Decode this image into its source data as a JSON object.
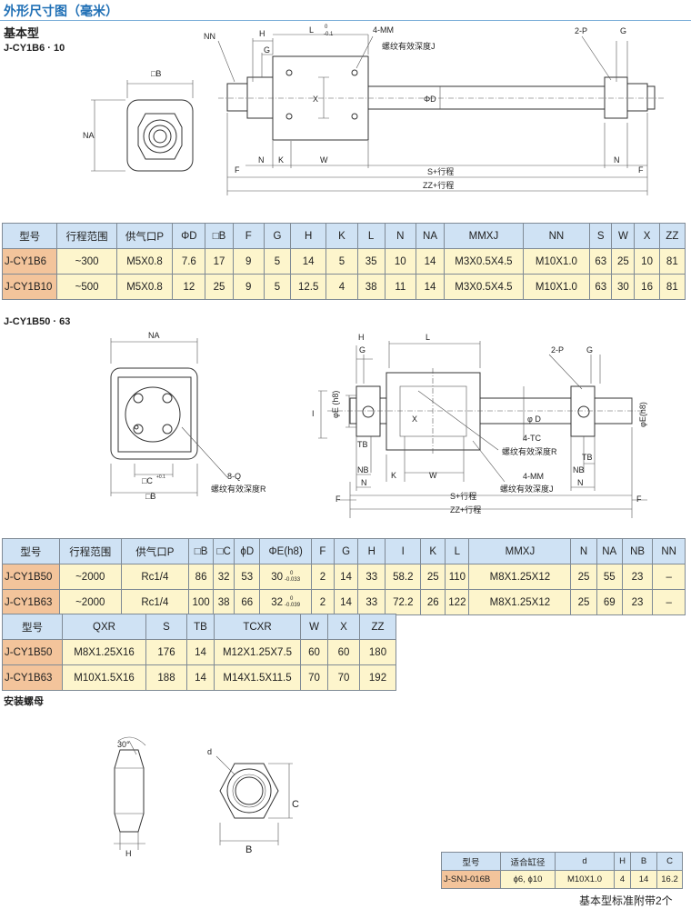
{
  "header": {
    "title": "外形尺寸图（毫米）",
    "section": "基本型",
    "model_a": "J-CY1B6 · 10",
    "model_b": "J-CY1B50 · 63",
    "nut_section": "安装螺母",
    "footnote": "基本型标准附带2个"
  },
  "drawing1": {
    "sqB": "□B",
    "NA": "NA",
    "NN": "NN",
    "H": "H",
    "L": "L",
    "L_tol_up": "0",
    "L_tol_low": "-0.1",
    "MM": "4-MM",
    "J": "螺纹有效深度J",
    "P": "2-P",
    "G1": "G",
    "G2": "G",
    "X": "X",
    "D": "ΦD",
    "F1": "F",
    "F2": "F",
    "N1": "N",
    "N2": "N",
    "K": "K",
    "W": "W",
    "S": "S+行程",
    "ZZ": "ZZ+行程"
  },
  "drawing2": {
    "NA": "NA",
    "sqC": "□C",
    "sqC_tol": "+0.1",
    "sqB": "□B",
    "Q": "8-Q",
    "R": "螺纹有效深度R",
    "H": "H",
    "G1": "G",
    "L": "L",
    "P": "2-P",
    "G2": "G",
    "I": "I",
    "E1": "φE (h8)",
    "E2": "φE(h8)",
    "X": "X",
    "D": "φ D",
    "TC": "4-TC",
    "R2": "螺纹有效深度R",
    "MM": "4-MM",
    "J": "螺纹有效深度J",
    "TB1": "TB",
    "TB2": "TB",
    "NB1": "NB",
    "NB2": "NB",
    "N1": "N",
    "N2": "N",
    "K": "K",
    "W": "W",
    "F1": "F",
    "F2": "F",
    "S": "S+行程",
    "ZZ": "ZZ+行程"
  },
  "nut_drawing": {
    "angle": "30°",
    "H": "H",
    "d": "d",
    "C": "C",
    "B": "B"
  },
  "table1": {
    "headers": [
      "型号",
      "行程范围",
      "供气口P",
      "ΦD",
      "□B",
      "F",
      "G",
      "H",
      "K",
      "L",
      "N",
      "NA",
      "MMXJ",
      "NN",
      "S",
      "W",
      "X",
      "ZZ"
    ],
    "rows": [
      [
        "J-CY1B6",
        "~300",
        "M5X0.8",
        "7.6",
        "17",
        "9",
        "5",
        "14",
        "5",
        "35",
        "10",
        "14",
        "M3X0.5X4.5",
        "M10X1.0",
        "63",
        "25",
        "10",
        "81"
      ],
      [
        "J-CY1B10",
        "~500",
        "M5X0.8",
        "12",
        "25",
        "9",
        "5",
        "12.5",
        "4",
        "38",
        "11",
        "14",
        "M3X0.5X4.5",
        "M10X1.0",
        "63",
        "30",
        "16",
        "81"
      ]
    ]
  },
  "table2": {
    "headers": [
      "型号",
      "行程范围",
      "供气口P",
      "□B",
      "□C",
      "ϕD",
      "ΦE(h8)",
      "F",
      "G",
      "H",
      "I",
      "K",
      "L",
      "MMXJ",
      "N",
      "NA",
      "NB",
      "NN"
    ],
    "rows": [
      [
        "J-CY1B50",
        "~2000",
        "Rc1/4",
        "86",
        "32",
        "53",
        "30",
        "2",
        "14",
        "33",
        "58.2",
        "25",
        "110",
        "M8X1.25X12",
        "25",
        "55",
        "23",
        "–"
      ],
      [
        "J-CY1B63",
        "~2000",
        "Rc1/4",
        "100",
        "38",
        "66",
        "32",
        "2",
        "14",
        "33",
        "72.2",
        "26",
        "122",
        "M8X1.25X12",
        "25",
        "69",
        "23",
        "–"
      ]
    ],
    "E_tol": [
      [
        "0",
        "-0.033"
      ],
      [
        "0",
        "-0.039"
      ]
    ]
  },
  "table3": {
    "headers": [
      "型号",
      "QXR",
      "S",
      "TB",
      "TCXR",
      "W",
      "X",
      "ZZ"
    ],
    "rows": [
      [
        "J-CY1B50",
        "M8X1.25X16",
        "176",
        "14",
        "M12X1.25X7.5",
        "60",
        "60",
        "180"
      ],
      [
        "J-CY1B63",
        "M10X1.5X16",
        "188",
        "14",
        "M14X1.5X11.5",
        "70",
        "70",
        "192"
      ]
    ]
  },
  "table4": {
    "headers": [
      "型号",
      "适合缸径",
      "d",
      "H",
      "B",
      "C"
    ],
    "rows": [
      [
        "J-SNJ-016B",
        "ϕ6, ϕ10",
        "M10X1.0",
        "4",
        "14",
        "16.2"
      ]
    ]
  }
}
